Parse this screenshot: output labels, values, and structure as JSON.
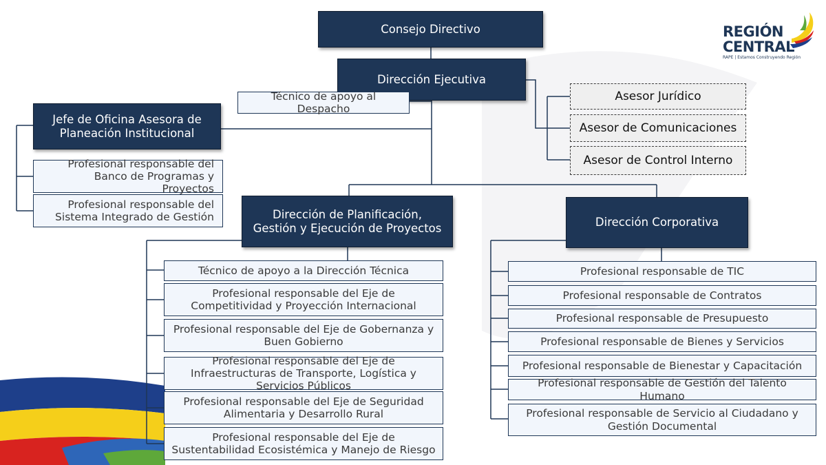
{
  "logo": {
    "line1": "REGIÓN",
    "line2": "CENTRAL",
    "tagline": "RAPE | Estamos Construyendo Región"
  },
  "nodes": {
    "consejo": "Consejo Directivo",
    "direccion_ejecutiva": "Dirección Ejecutiva",
    "tecnico_despacho": "Técnico de apoyo al Despacho",
    "jefe_oficina": "Jefe de Oficina Asesora de Planeación Institucional",
    "banco_programas": "Profesional responsable del Banco de Programas y Proyectos",
    "sistema_integrado": "Profesional responsable del Sistema Integrado de Gestión",
    "asesor_juridico": "Asesor Jurídico",
    "asesor_comunicaciones": "Asesor de Comunicaciones",
    "asesor_control": "Asesor de Control Interno",
    "direccion_planificacion": "Dirección de Planificación, Gestión y Ejecución de Proyectos",
    "direccion_corporativa": "Dirección Corporativa"
  },
  "planificacion_items": [
    "Técnico de apoyo a la Dirección Técnica",
    "Profesional responsable del Eje de Competitividad y Proyección Internacional",
    "Profesional responsable del Eje de Gobernanza y Buen Gobierno",
    "Profesional responsable del Eje de Infraestructuras de Transporte, Logística y Servicios Públicos",
    "Profesional responsable del Eje de Seguridad Alimentaria y Desarrollo Rural",
    "Profesional responsable del Eje de Sustentabilidad Ecosistémica y Manejo de Riesgo"
  ],
  "corporativa_items": [
    "Profesional responsable de TIC",
    "Profesional responsable de Contratos",
    "Profesional responsable de Presupuesto",
    "Profesional responsable de Bienes y Servicios",
    "Profesional responsable de Bienestar y Capacitación",
    "Profesional responsable de Gestión del Talento Humano",
    "Profesional responsable de Servicio al Ciudadano y Gestión Documental"
  ]
}
